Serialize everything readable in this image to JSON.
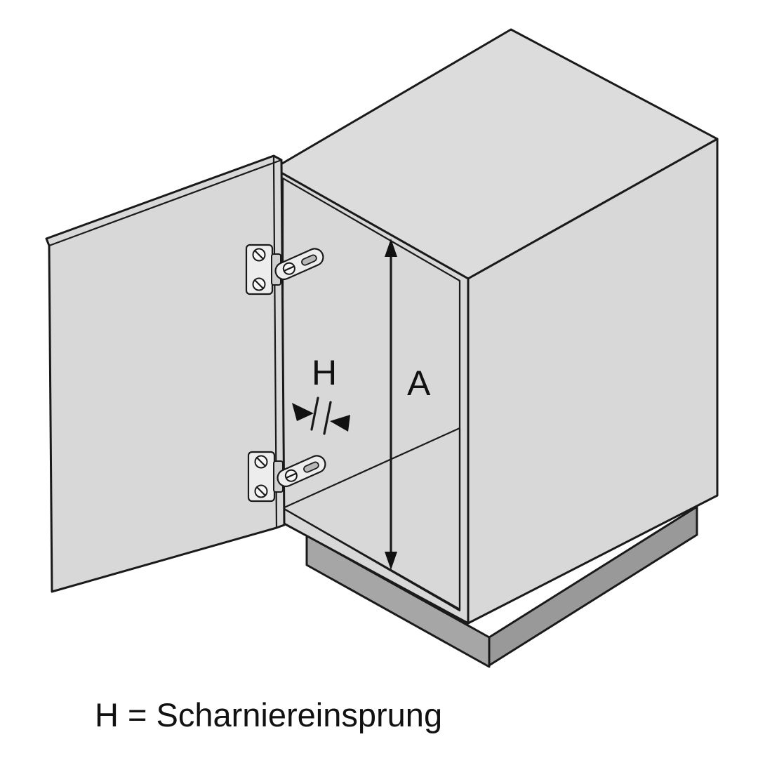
{
  "labels": {
    "inner_height": "A",
    "hinge_inset": "H"
  },
  "legend": {
    "text": "H = Scharniereinsprung"
  },
  "colors": {
    "background": "#ffffff",
    "line": "#1a1a1a",
    "face_top": "#dcdcdc",
    "face_light": "#d8d8d8",
    "interior": "#cbcbcb",
    "floor": "#eaeaea",
    "door_face": "#d8d8d8",
    "door_edge": "#c4c4c4",
    "plinth_front": "#a6a6a6",
    "plinth_side": "#999999"
  }
}
